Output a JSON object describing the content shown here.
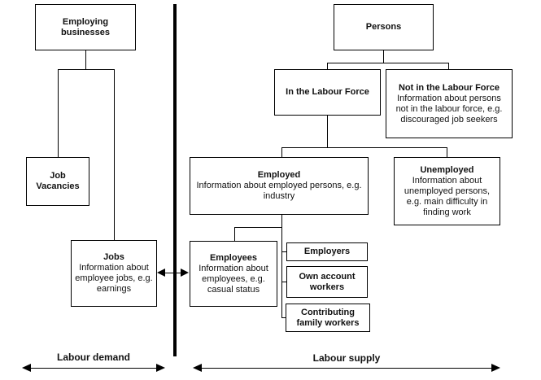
{
  "diagram": {
    "boxes": {
      "employing_businesses": {
        "title": "Employing businesses"
      },
      "job_vacancies": {
        "title": "Job Vacancies"
      },
      "jobs": {
        "title": "Jobs",
        "body": "Information about employee jobs, e.g. earnings"
      },
      "persons": {
        "title": "Persons"
      },
      "in_labour_force": {
        "title": "In the Labour Force"
      },
      "not_in_labour_force": {
        "title": "Not in the Labour Force",
        "body": "Information about persons not in the labour force, e.g. discouraged job seekers"
      },
      "employed": {
        "title": "Employed",
        "body": "Information about employed persons, e.g. industry"
      },
      "unemployed": {
        "title": "Unemployed",
        "body": "Information about unemployed persons, e.g. main difficulty in finding work"
      },
      "employees": {
        "title": "Employees",
        "body": "Information about employees, e.g. casual status"
      },
      "employers": {
        "title": "Employers"
      },
      "own_account_workers": {
        "title": "Own account workers"
      },
      "contributing_family_workers": {
        "title": "Contributing family workers"
      }
    },
    "axis_labels": {
      "labour_demand": "Labour demand",
      "labour_supply": "Labour supply"
    },
    "colors": {
      "line": "#000000",
      "background": "#ffffff"
    }
  }
}
